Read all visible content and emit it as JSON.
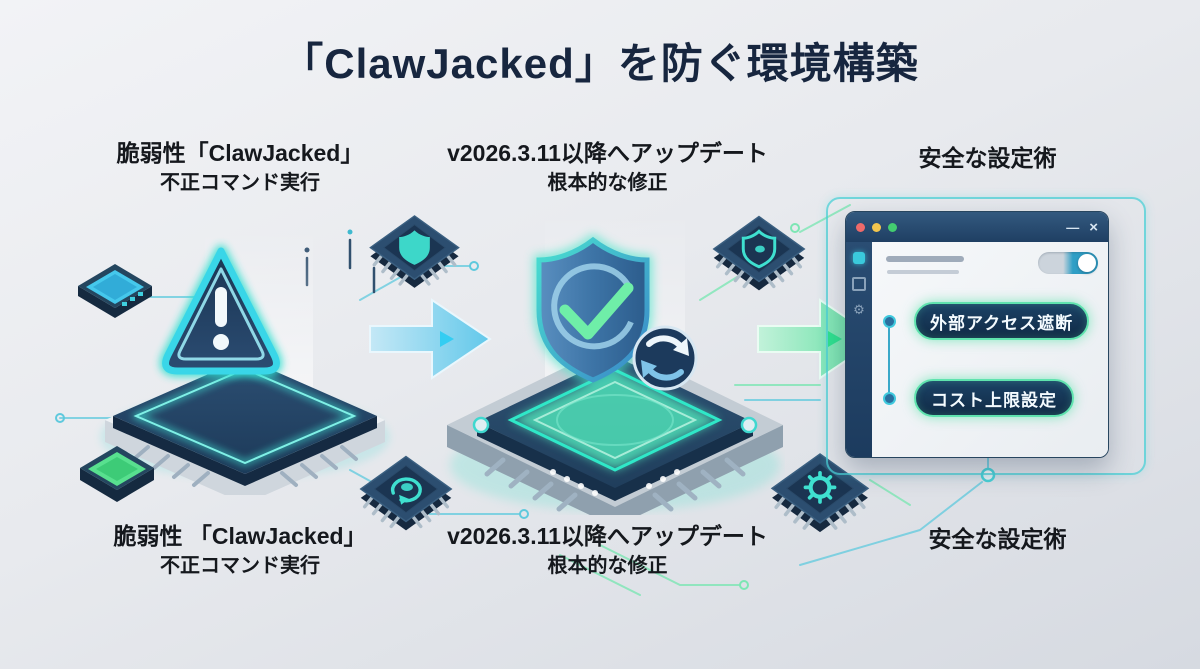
{
  "title": "「ClawJacked」を防ぐ環境構築",
  "steps": {
    "vulnerability": {
      "top": {
        "line1": "脆弱性「ClawJacked」",
        "line2": "不正コマンド実行"
      },
      "bottom": {
        "line1": "脆弱性 「ClawJacked」",
        "line2": "不正コマンド実行"
      }
    },
    "update": {
      "top": {
        "line1": "v2026.3.11以降へアップデート",
        "line2": "根本的な修正"
      },
      "bottom": {
        "line1": "v2026.3.11以降へアップデート",
        "line2": "根本的な修正"
      }
    },
    "settings": {
      "top": {
        "line1": "安全な設定術"
      },
      "bottom": {
        "line1": "安全な設定術"
      }
    }
  },
  "browser_window": {
    "minimize_glyph": "—",
    "close_glyph": "×",
    "gear_glyph": "⚙",
    "toggle_state": "on",
    "buttons": [
      {
        "label": "外部アクセス遮断"
      },
      {
        "label": "コスト上限設定"
      }
    ]
  },
  "icons": {
    "warning": "warning-triangle-icon",
    "shield_check": "shield-check-icon",
    "sync": "sync-refresh-icon",
    "chip_icons": [
      "shield-icon",
      "shield-outline-icon",
      "refresh-icon",
      "gear-icon"
    ]
  },
  "colors": {
    "title_text": "#17263f",
    "navy": "#1f3f63",
    "teal": "#3fd8d0",
    "mint_green": "#5fe3ae",
    "arrow_cyan": "#62c8ea",
    "arrow_green": "#5bdd9e",
    "toggle_on": "#2f9fc6",
    "traffic_red": "#ee6a6a",
    "traffic_yellow": "#f3c64e",
    "traffic_green": "#43cd70"
  }
}
